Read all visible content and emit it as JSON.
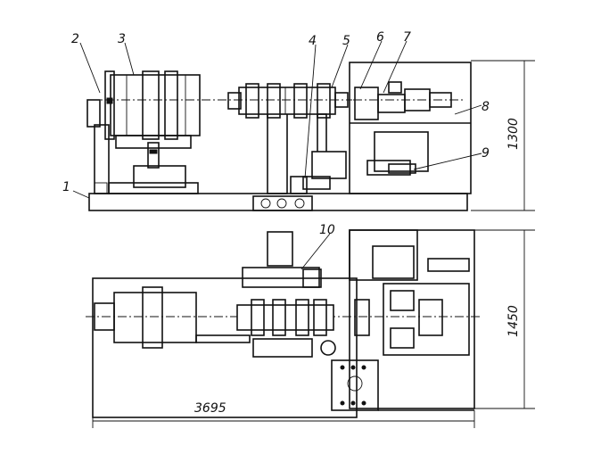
{
  "callouts": [
    "1",
    "2",
    "3",
    "4",
    "5",
    "6",
    "7",
    "8",
    "9",
    "10"
  ],
  "dimensions": {
    "height_side": "1300",
    "width_top": "1450",
    "length_total": "3695"
  }
}
